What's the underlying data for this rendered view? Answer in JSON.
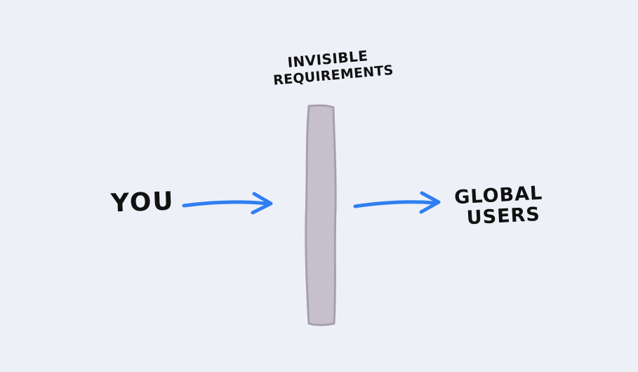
{
  "diagram": {
    "title": {
      "line1": "INVISIBLE",
      "line2": "REQUIREMENTS"
    },
    "left_label": "YOU",
    "right_label": {
      "line1": "GLOBAL",
      "line2": "USERS"
    }
  },
  "colors": {
    "background": "#eef0f8",
    "text": "#111111",
    "arrow": "#2f7ff2",
    "barrier_fill": "#c6c0cd",
    "barrier_stroke": "#a79fb0"
  }
}
